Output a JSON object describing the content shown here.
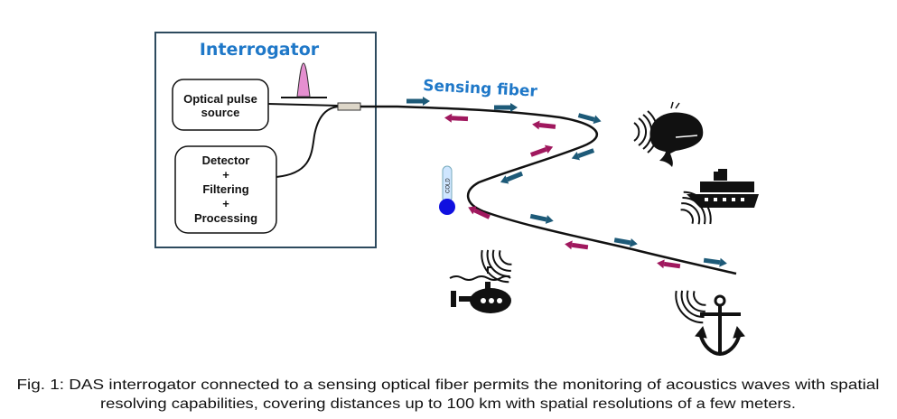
{
  "interrogator": {
    "title": "Interrogator",
    "source_lines": [
      "Optical pulse",
      "source"
    ],
    "detector_lines": [
      "Detector",
      "+",
      "Filtering",
      "+",
      "Processing"
    ]
  },
  "fiber": {
    "label": "Sensing fiber"
  },
  "thermometer": {
    "label": "COLD"
  },
  "icons": [
    "whale-icon",
    "ship-icon",
    "submarine-icon",
    "anchor-icon",
    "thermometer-icon",
    "sound-wave-icon"
  ],
  "colors": {
    "title": "#1f78c8",
    "forward_arrow": "#1d5a78",
    "backscatter_arrow": "#a0185e",
    "pulse": "#e58fd0",
    "thermometer": "#1010e0"
  },
  "caption": {
    "lines": [
      "Fig. 1: DAS interrogator connected to a sensing optical fiber permits the monitoring of acoustics waves with spatial",
      "resolving capabilities, covering distances up to 100 km with spatial resolutions of a few meters."
    ]
  }
}
